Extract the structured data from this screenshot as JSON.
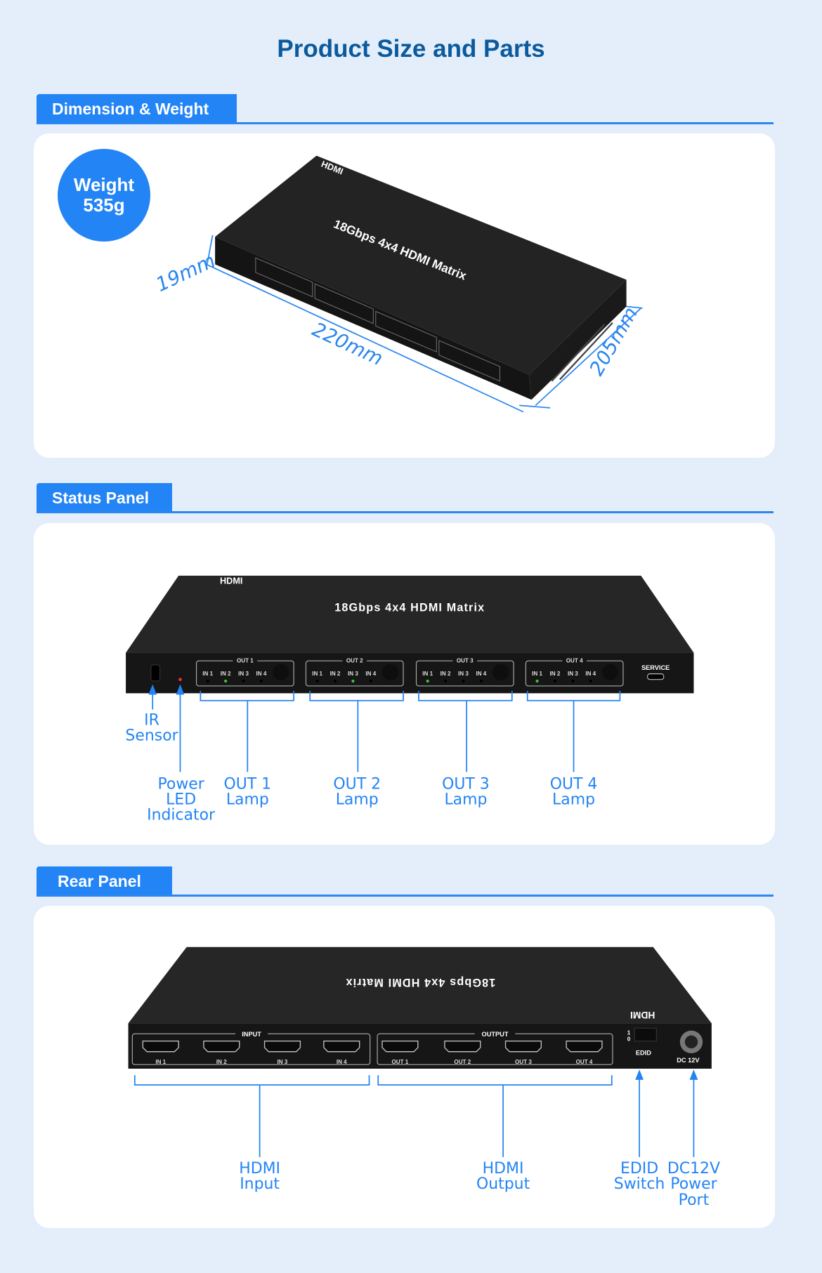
{
  "title": "Product Size and Parts",
  "sections": {
    "dimension": {
      "header": "Dimension & Weight",
      "weight_label": "Weight",
      "weight_value": "535g",
      "height": "19mm",
      "length": "220mm",
      "depth": "205mm",
      "device_text": "18Gbps 4x4 HDMI Matrix",
      "logo": "HDMI"
    },
    "status": {
      "header": "Status Panel",
      "device_text": "18Gbps 4x4 HDMI Matrix",
      "logo": "HDMI",
      "service": "SERVICE",
      "outs": [
        "OUT 1",
        "OUT 2",
        "OUT 3",
        "OUT 4"
      ],
      "ins": [
        "IN 1",
        "IN 2",
        "IN 3",
        "IN 4"
      ],
      "active_input": [
        2,
        3,
        1,
        1
      ],
      "labels": {
        "ir": [
          "IR",
          "Sensor"
        ],
        "power": [
          "Power",
          "LED",
          "Indicator"
        ],
        "out1": [
          "OUT 1",
          "Lamp"
        ],
        "out2": [
          "OUT 2",
          "Lamp"
        ],
        "out3": [
          "OUT 3",
          "Lamp"
        ],
        "out4": [
          "OUT 4",
          "Lamp"
        ]
      }
    },
    "rear": {
      "header": "Rear Panel",
      "device_text": "18Gbps 4x4 HDMI Matrix",
      "logo": "HDMI",
      "input_title": "INPUT",
      "output_title": "OUTPUT",
      "inputs": [
        "IN 1",
        "IN 2",
        "IN 3",
        "IN 4"
      ],
      "outputs": [
        "OUT 1",
        "OUT 2",
        "OUT 3",
        "OUT 4"
      ],
      "edid": "EDID",
      "switch_1": "1",
      "switch_0": "0",
      "dc": "DC  12V",
      "labels": {
        "input": [
          "HDMI",
          "Input"
        ],
        "output": [
          "HDMI",
          "Output"
        ],
        "edid": [
          "EDID",
          "Switch"
        ],
        "dc": [
          "DC12V",
          "Power",
          "Port"
        ]
      }
    }
  },
  "colors": {
    "accent": "#2384f5",
    "title": "#0b5a9e",
    "background": "#e3eefa",
    "device": "#1f1f1f"
  }
}
